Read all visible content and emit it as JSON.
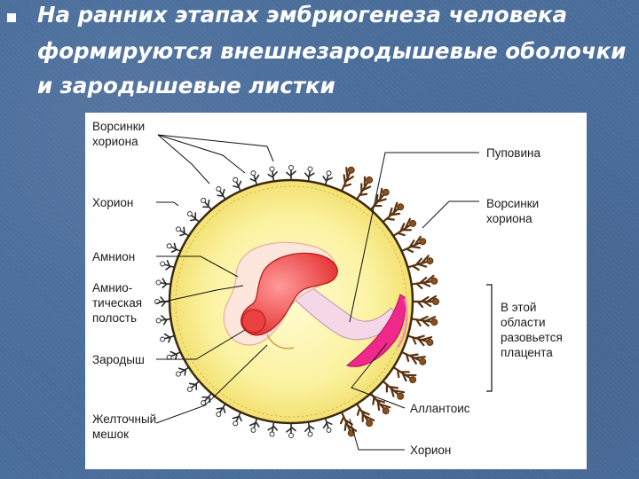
{
  "slide": {
    "title_lines": [
      "На ранних этапах эмбриогенеза человека",
      "формируются внешнезародышевые оболочки",
      "и зародышевые листки"
    ]
  },
  "diagram": {
    "labels_left": {
      "chorionic_villi": [
        "Ворсинки",
        "хориона"
      ],
      "chorion": "Хорион",
      "amnion": "Амнион",
      "amniotic_cavity": [
        "Амнио-",
        "тическая",
        "полость"
      ],
      "embryo": "Зародыш",
      "yolk_sac": [
        "Желточный",
        "мешок"
      ]
    },
    "labels_right": {
      "umbilical_cord": "Пуповина",
      "chorionic_villi": [
        "Ворсинки",
        "хориона"
      ],
      "placenta_region": [
        "В этой",
        "области",
        "разовьется",
        "плацента"
      ],
      "allantois": "Аллантоис",
      "chorion": "Хорион"
    }
  }
}
